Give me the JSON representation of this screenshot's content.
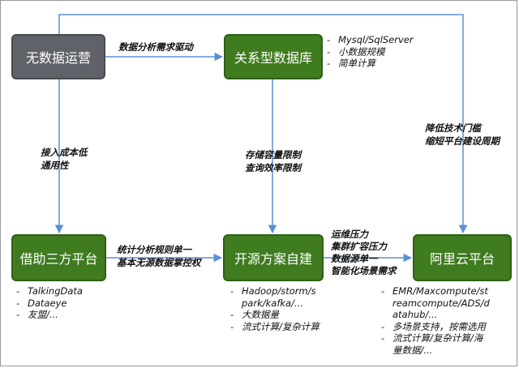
{
  "nodes": {
    "no_data": "无数据运营",
    "relational": "关系型数据库",
    "third_party": "借助三方平台",
    "open_source": "开源方案自建",
    "aliyun": "阿里云平台"
  },
  "edges": {
    "no_data_to_relational": "数据分析需求驱动",
    "no_data_to_third_party": [
      "接入成本低",
      "通用性"
    ],
    "relational_to_open_source": [
      "存储容量限制",
      "查询效率限制"
    ],
    "third_party_to_open_source": [
      "统计分析规则单一",
      "基本无源数据掌控权"
    ],
    "open_source_to_aliyun": [
      "运维压力",
      "集群扩容压力",
      "数据源单一",
      "智能化场景需求"
    ],
    "to_aliyun": [
      "降低技术门槛",
      "缩短平台建设周期"
    ]
  },
  "notes": {
    "relational": [
      "Mysql/SqlServer",
      "小数据规模",
      "简单计算"
    ],
    "third_party": [
      "TalkingData",
      "Dataeye",
      "友盟/..."
    ],
    "open_source": [
      [
        "Hadoop/storm/s",
        "park/kafka/..."
      ],
      [
        "大数据量"
      ],
      [
        "流式计算/复杂计算"
      ]
    ],
    "aliyun": [
      [
        "EMR/Maxcompute/st",
        "reamcompute/ADS/d",
        "atahub/..."
      ],
      [
        "多场景支持，按需选用"
      ],
      [
        "流式计算/复杂计算/海",
        "量数据/..."
      ]
    ]
  },
  "colors": {
    "gray_box": "#5f6369",
    "green_box": "#3f7b1f",
    "arrow": "#5b8fd6"
  }
}
